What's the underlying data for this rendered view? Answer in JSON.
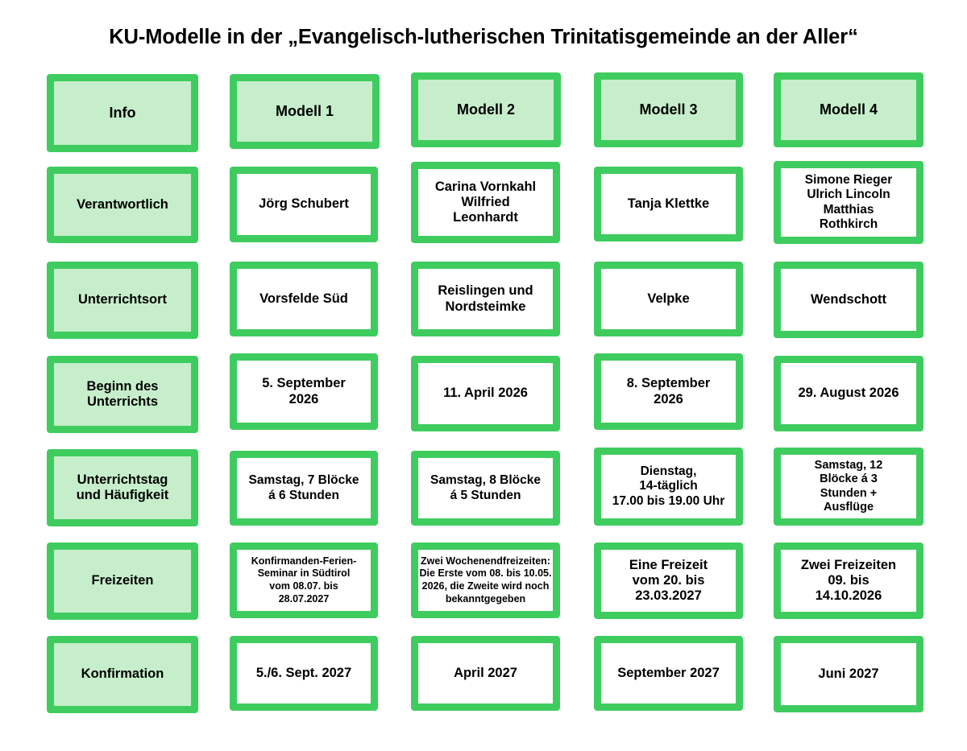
{
  "title": "KU-Modelle in der „Evangelisch-lutherischen Trinitatisgemeinde an der Aller“",
  "colors": {
    "border_green": "#3fcc5f",
    "tint_green": "#c6eecb",
    "cell_white": "#ffffff",
    "text_black": "#000000",
    "page_background": "#ffffff"
  },
  "table": {
    "columns": [
      "Info",
      "Modell 1",
      "Modell 2",
      "Modell 3",
      "Modell 4"
    ],
    "rows": [
      {
        "label": "Verantwortlich",
        "cells": [
          "Jörg Schubert",
          "Carina Vornkahl\nWilfried\nLeonhardt",
          "Tanja Klettke",
          "Simone Rieger\nUlrich Lincoln\nMatthias\nRothkirch"
        ]
      },
      {
        "label": "Unterrichtsort",
        "cells": [
          "Vorsfelde Süd",
          "Reislingen und\nNordsteimke",
          "Velpke",
          "Wendschott"
        ]
      },
      {
        "label": "Beginn des\nUnterrichts",
        "cells": [
          "5. September\n2026",
          "11. April 2026",
          "8. September\n2026",
          "29. August 2026"
        ]
      },
      {
        "label": "Unterrichtstag\nund Häufigkeit",
        "cells": [
          "Samstag, 7 Blöcke\ná 6 Stunden",
          "Samstag, 8 Blöcke\ná 5 Stunden",
          "Dienstag,\n14-täglich\n17.00 bis 19.00 Uhr",
          "Samstag, 12\nBlöcke á 3\nStunden +\nAusflüge"
        ]
      },
      {
        "label": "Freizeiten",
        "cells": [
          "Konfirmanden-Ferien-\nSeminar in Südtirol\nvom 08.07. bis\n28.07.2027",
          "Zwei Wochenendfreizeiten:\nDie Erste vom 08. bis 10.05.\n2026, die Zweite wird noch\nbekanntgegeben",
          "Eine Freizeit\nvom 20. bis\n23.03.2027",
          "Zwei Freizeiten\n09. bis\n14.10.2026"
        ]
      },
      {
        "label": "Konfirmation",
        "cells": [
          "5./6. Sept. 2027",
          "April 2027",
          "September 2027",
          "Juni 2027"
        ]
      }
    ]
  }
}
